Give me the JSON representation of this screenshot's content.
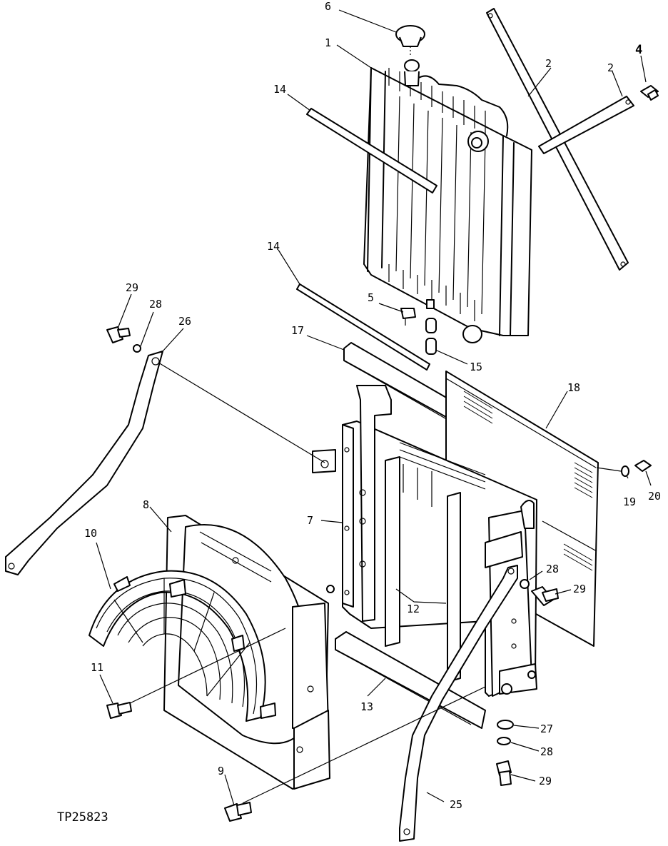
{
  "figure_id": "TP25823",
  "callouts": {
    "c1": "1",
    "c2a": "2",
    "c2b": "2",
    "c4": "4",
    "c5": "5",
    "c6": "6",
    "c7": "7",
    "c8": "8",
    "c9": "9",
    "c10": "10",
    "c11": "11",
    "c12": "12",
    "c13": "13",
    "c14a": "14",
    "c14b": "14",
    "c15": "15",
    "c17": "17",
    "c18": "18",
    "c19": "19",
    "c20": "20",
    "c25": "25",
    "c26": "26",
    "c27": "27",
    "c28a": "28",
    "c28b": "28",
    "c28c": "28",
    "c29a": "29",
    "c29b": "29",
    "c29c": "29"
  }
}
